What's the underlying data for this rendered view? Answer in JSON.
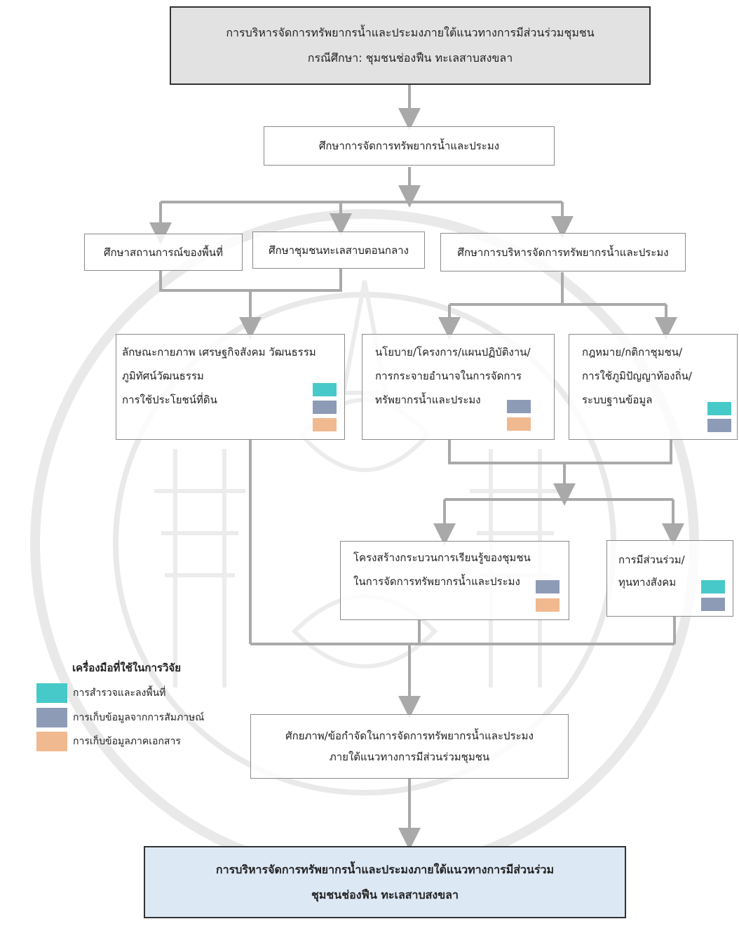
{
  "colors": {
    "teal": "#47c9c9",
    "slate": "#8e9bb6",
    "peach": "#f1b98f",
    "line": "#a9a9a9",
    "title_bg": "#e2e2e2",
    "final_bg": "#dde8f5"
  },
  "title": {
    "line1": "การบริหารจัดการทรัพยากรน้ำและประมงภายใต้แนวทางการมีส่วนร่วมชุมชน",
    "line2": "กรณีศึกษา: ชุมชนช่องฟืน ทะเลสาบสงขลา"
  },
  "study_box": {
    "label": "ศึกษาการจัดการทรัพยากรน้ำและประมง"
  },
  "branch_boxes": [
    {
      "label": "ศึกษาสถานการณ์ของพื้นที่"
    },
    {
      "label": "ศึกษาชุมชนทะเลสาบตอนกลาง"
    },
    {
      "label": "ศึกษาการบริหารจัดการทรัพยากรน้ำและประมง"
    }
  ],
  "detail_boxes": [
    {
      "lines": [
        "ลักษณะกายภาพ เศรษฐกิจสังคม วัฒนธรรม",
        "ภูมิทัศน์วัฒนธรรม",
        "การใช้ประโยชน์ที่ดิน"
      ],
      "tools": [
        "teal",
        "slate",
        "peach"
      ]
    },
    {
      "lines": [
        "นโยบาย/โครงการ/แผนปฏิบัติงาน/",
        "การกระจายอำนาจในการจัดการ",
        "ทรัพยากรน้ำและประมง"
      ],
      "tools": [
        "slate",
        "peach"
      ]
    },
    {
      "lines": [
        "กฎหมาย/กติกาชุมชน/",
        "การใช้ภูมิปัญญาท้องถิ่น/",
        "ระบบฐานข้อมูล"
      ],
      "tools": [
        "teal",
        "slate"
      ]
    },
    {
      "lines": [
        "โครงสร้างกระบวนการเรียนรู้ของชุมชน",
        "ในการจัดการทรัพยากรน้ำและประมง"
      ],
      "tools": [
        "slate",
        "peach"
      ]
    },
    {
      "lines": [
        "การมีส่วนร่วม/",
        "ทุนทางสังคม"
      ],
      "tools": [
        "teal",
        "slate"
      ]
    }
  ],
  "potential_box": {
    "line1": "ศักยภาพ/ข้อกำจัดในการจัดการทรัพยากรน้ำและประมง",
    "line2": "ภายใต้แนวทางการมีส่วนร่วมชุมชน"
  },
  "final_box": {
    "line1": "การบริหารจัดการทรัพยากรน้ำและประมงภายใต้แนวทางการมีส่วนร่วม",
    "line2": "ชุมชนช่องฟืน ทะเลสาบสงขลา"
  },
  "legend": {
    "title": "เครื่องมือที่ใช้ในการวิจัย",
    "items": [
      {
        "label": "การสำรวจและลงพื้นที่",
        "color": "#47c9c9"
      },
      {
        "label": "การเก็บข้อมูลจากการสัมภาษณ์",
        "color": "#8e9bb6"
      },
      {
        "label": "การเก็บข้อมูลภาคเอกสาร",
        "color": "#f1b98f"
      }
    ]
  }
}
